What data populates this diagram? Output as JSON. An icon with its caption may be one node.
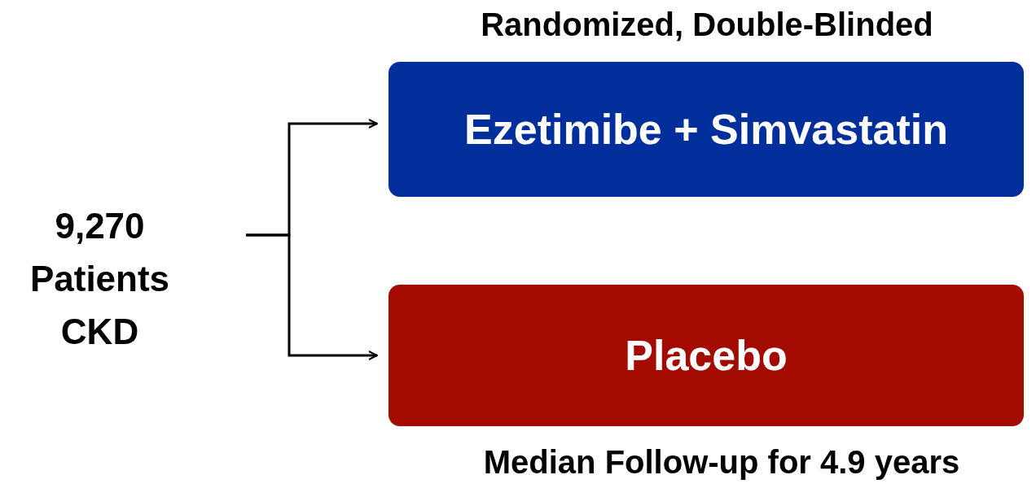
{
  "diagram": {
    "nodes": [
      {
        "text": [
          "9,270 Patients CKD"
        ]
      },
      {
        "text": [
          "Ezetimibe + Simvastatin"
        ],
        "beside": [
          "Randomized, Double-Blinded"
        ]
      },
      {
        "text": [
          "Placebo"
        ],
        "beside": [
          "Median Follow-up for 4.9 years"
        ]
      }
    ],
    "edges": [
      {
        "from": 0,
        "to": 1,
        "arrow": "to"
      },
      {
        "from": 0,
        "to": 2,
        "arrow": "to"
      }
    ]
  }
}
